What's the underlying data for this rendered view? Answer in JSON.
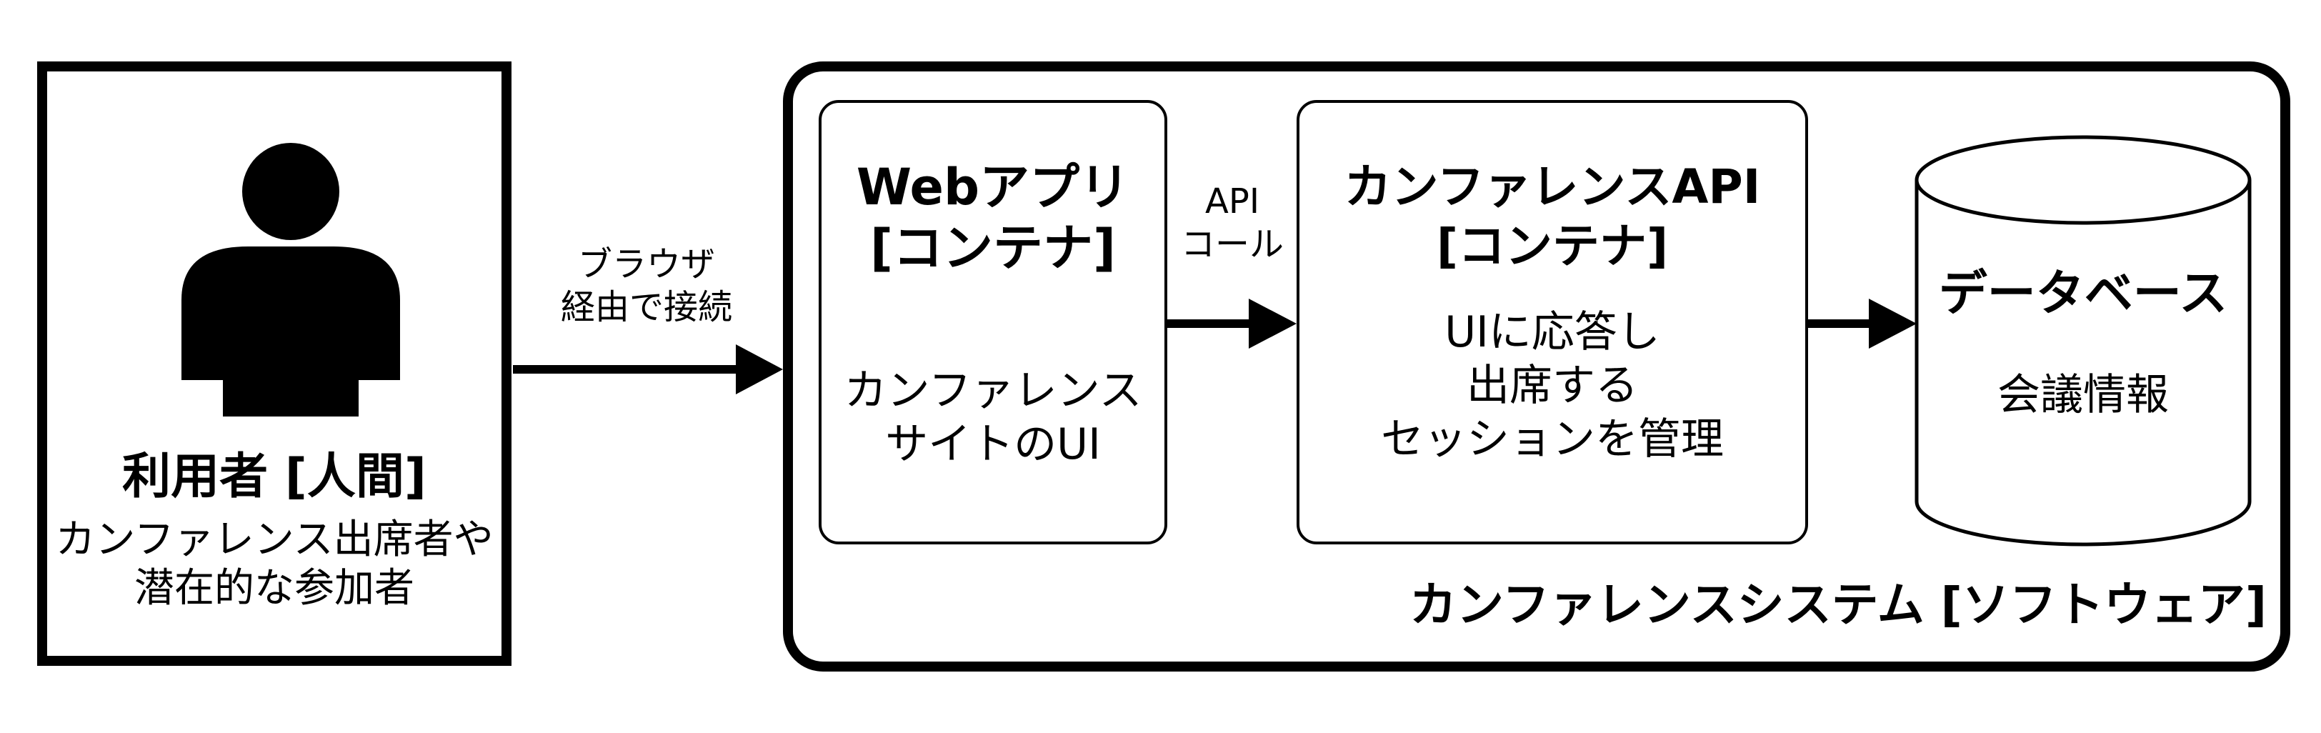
{
  "person": {
    "title": "利用者 [人間]",
    "description_lines": [
      "カンファレンス出席者や",
      "潜在的な参加者"
    ]
  },
  "edge_browser": {
    "label_lines": [
      "ブラウザ",
      "経由で接続"
    ]
  },
  "webapp": {
    "title_lines": [
      "Webアプリ",
      "[コンテナ]"
    ],
    "description_lines": [
      "カンファレンス",
      "サイトのUI"
    ]
  },
  "edge_api_call": {
    "label_lines": [
      "API",
      "コール"
    ]
  },
  "api": {
    "title_lines": [
      "カンファレンスAPI",
      "[コンテナ]"
    ],
    "description_lines": [
      "UIに応答し",
      "出席する",
      "セッションを管理"
    ]
  },
  "database": {
    "title": "データベース",
    "description": "会議情報"
  },
  "system": {
    "label": "カンファレンスシステム [ソフトウェア]"
  }
}
